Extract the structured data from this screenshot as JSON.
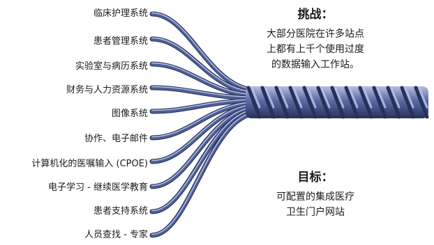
{
  "systems": [
    {
      "label": "临床护理系统"
    },
    {
      "label": "患者管理系统"
    },
    {
      "label": "实验室与病历系统"
    },
    {
      "label": "财务与人力资源系统"
    },
    {
      "label": "图像系统"
    },
    {
      "label": "协作、电子邮件"
    },
    {
      "label": "计算机化的医嘱输入 (CPOE)"
    },
    {
      "label": "电子学习 - 继续医学教育"
    },
    {
      "label": "患者支持系统"
    },
    {
      "label": "人员查找 - 专家"
    }
  ],
  "challenge": {
    "heading": "挑战：",
    "lines": [
      "大部分医院在许多站点",
      "上都有上千个使用过度",
      "的数据输入工作站。"
    ]
  },
  "goal": {
    "heading": "目标：",
    "lines": [
      "可配置的集成医疗",
      "卫生门户网站"
    ]
  },
  "colors": {
    "strand": "#4f5f94",
    "strand_highlight": "#b9c3e6",
    "strand_shadow": "#26305a",
    "rope": "#44548a"
  }
}
